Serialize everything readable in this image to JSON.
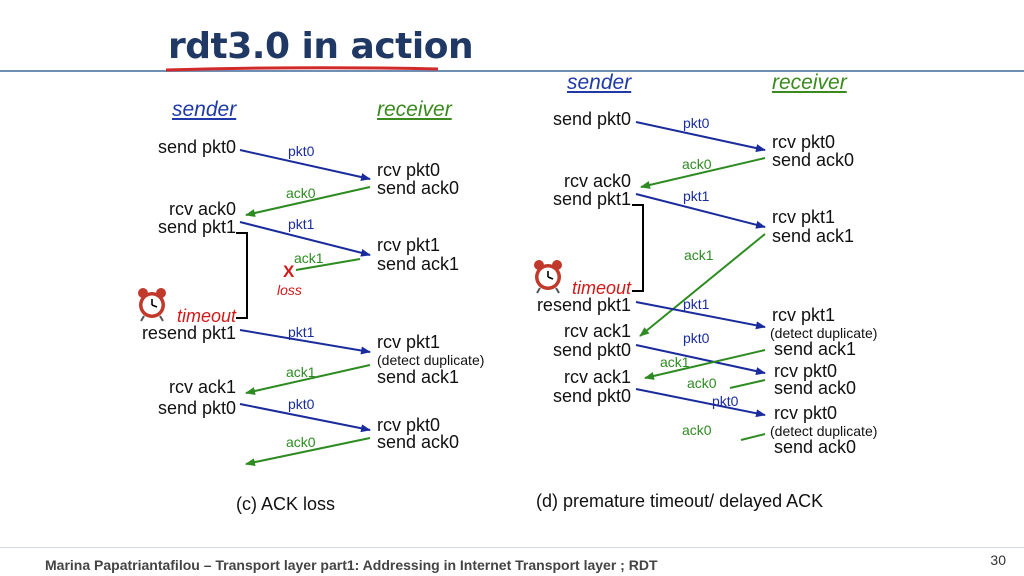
{
  "title": "rdt3.0 in action",
  "left": {
    "sender_header": "sender",
    "receiver_header": "receiver",
    "sender_events": [
      "send pkt0",
      "rcv ack0",
      "send pkt1",
      "timeout",
      "resend pkt1",
      "rcv ack1",
      "send pkt0"
    ],
    "receiver_events": [
      "rcv pkt0",
      "send ack0",
      "rcv pkt1",
      "send ack1",
      "rcv pkt1",
      "(detect duplicate)",
      "send ack1",
      "rcv pkt0",
      "send ack0"
    ],
    "messages": [
      "pkt0",
      "ack0",
      "pkt1",
      "ack1",
      "pkt1",
      "ack1",
      "pkt0",
      "ack0"
    ],
    "loss_mark": "X",
    "loss_label": "loss",
    "caption": "(c) ACK loss"
  },
  "right": {
    "sender_header": "sender",
    "receiver_header": "receiver",
    "sender_events": [
      "send pkt0",
      "rcv ack0",
      "send pkt1",
      "timeout",
      "resend pkt1",
      "rcv ack1",
      "send pkt0",
      "rcv ack1",
      "send pkt0"
    ],
    "receiver_events": [
      "rcv pkt0",
      "send ack0",
      "rcv pkt1",
      "send ack1",
      "rcv pkt1",
      "(detect duplicate)",
      "send ack1",
      "rcv pkt0",
      "send ack0",
      "rcv pkt0",
      "(detect duplicate)",
      "send ack0"
    ],
    "messages": [
      "pkt0",
      "ack0",
      "pkt1",
      "ack1",
      "pkt1",
      "pkt0",
      "ack1",
      "ack0",
      "pkt0",
      "ack0"
    ],
    "caption": "(d) premature timeout/ delayed ACK"
  },
  "footer": "Marina Papatriantafilou –  Transport layer part1: Addressing in Internet Transport layer ; RDT",
  "page_number": "30",
  "colors": {
    "pkt_arrow": "#1a2c9c",
    "ack_arrow": "#2e8b22",
    "loss": "#d11a1a",
    "timeout": "#d11a1a",
    "title": "#1f3864"
  },
  "icons": [
    "alarm-clock-icon",
    "alarm-clock-icon"
  ]
}
